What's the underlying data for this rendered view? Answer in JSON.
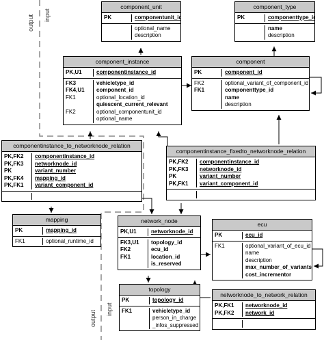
{
  "zones": {
    "output": "output",
    "input": "input"
  },
  "entities": {
    "component_unit": {
      "title": "component_unit",
      "pk_keys": [
        "PK"
      ],
      "pk_cols": [
        "componentunit_id"
      ],
      "keys": [
        "",
        ""
      ],
      "cols": [
        "optional_name",
        "description"
      ]
    },
    "component_type": {
      "title": "component_type",
      "pk_keys": [
        "PK"
      ],
      "pk_cols": [
        "componenttype_id"
      ],
      "keys": [
        "",
        ""
      ],
      "cols": [
        "name",
        "description"
      ]
    },
    "component_instance": {
      "title": "component_instance",
      "pk_keys": [
        "PK,U1"
      ],
      "pk_cols": [
        "componentinstance_id"
      ],
      "keys": [
        "FK3",
        "FK4,U1",
        "FK1",
        "",
        "FK2",
        ""
      ],
      "cols": [
        "vehicletype_id",
        "component_id",
        "optional_location_id",
        "quiescent_current_relevant",
        "optional_componentunit_id",
        "optional_name"
      ]
    },
    "component": {
      "title": "component",
      "pk_keys": [
        "PK"
      ],
      "pk_cols": [
        "component_id"
      ],
      "keys": [
        "FK2",
        "FK1",
        "",
        ""
      ],
      "cols": [
        "optional_variant_of_component_id",
        "componenttype_id",
        "name",
        "description"
      ]
    },
    "ci_to_nn": {
      "title": "componentinstance_to_networknode_relation",
      "pk_keys": [
        "PK,FK2",
        "PK,FK3",
        "PK",
        "PK,FK4",
        "PK,FK1"
      ],
      "pk_cols": [
        "componentinstance_id",
        "networknode_id",
        "variant_number",
        "mapping_id",
        "variant_component_id"
      ]
    },
    "ci_fixed_nn": {
      "title": "componentinstance_fixedto_networknode_relation",
      "pk_keys": [
        "PK,FK2",
        "PK,FK3",
        "PK",
        "PK,FK1"
      ],
      "pk_cols": [
        "componentinstance_id",
        "networknode_id",
        "variant_number",
        "variant_component_id"
      ]
    },
    "mapping": {
      "title": "mapping",
      "pk_keys": [
        "PK"
      ],
      "pk_cols": [
        "mapping_id"
      ],
      "keys": [
        "FK1"
      ],
      "cols": [
        "optional_runtime_id"
      ]
    },
    "network_node": {
      "title": "network_node",
      "pk_keys": [
        "PK,U1"
      ],
      "pk_cols": [
        "networknode_id"
      ],
      "keys": [
        "FK3,U1",
        "FK2",
        "FK1",
        ""
      ],
      "cols": [
        "topology_id",
        "ecu_id",
        "location_id",
        "is_reserved"
      ]
    },
    "ecu": {
      "title": "ecu",
      "pk_keys": [
        "PK"
      ],
      "pk_cols": [
        "ecu_id"
      ],
      "keys": [
        "FK1",
        "",
        "",
        "",
        ""
      ],
      "cols": [
        "optional_variant_of_ecu_id",
        "name",
        "description",
        "max_number_of_variants",
        "cost_incrementor"
      ]
    },
    "topology": {
      "title": "topology",
      "pk_keys": [
        "PK"
      ],
      "pk_cols": [
        "topology_id"
      ],
      "keys": [
        "FK1",
        "",
        ""
      ],
      "cols": [
        "vehicletype_id",
        "person_in_charge",
        "_infos_suppressed"
      ]
    },
    "nn_to_nw": {
      "title": "networknode_to_network_relation",
      "pk_keys": [
        "PK,FK1",
        "PK,FK2"
      ],
      "pk_cols": [
        "networknode_id",
        "network_id"
      ]
    }
  }
}
